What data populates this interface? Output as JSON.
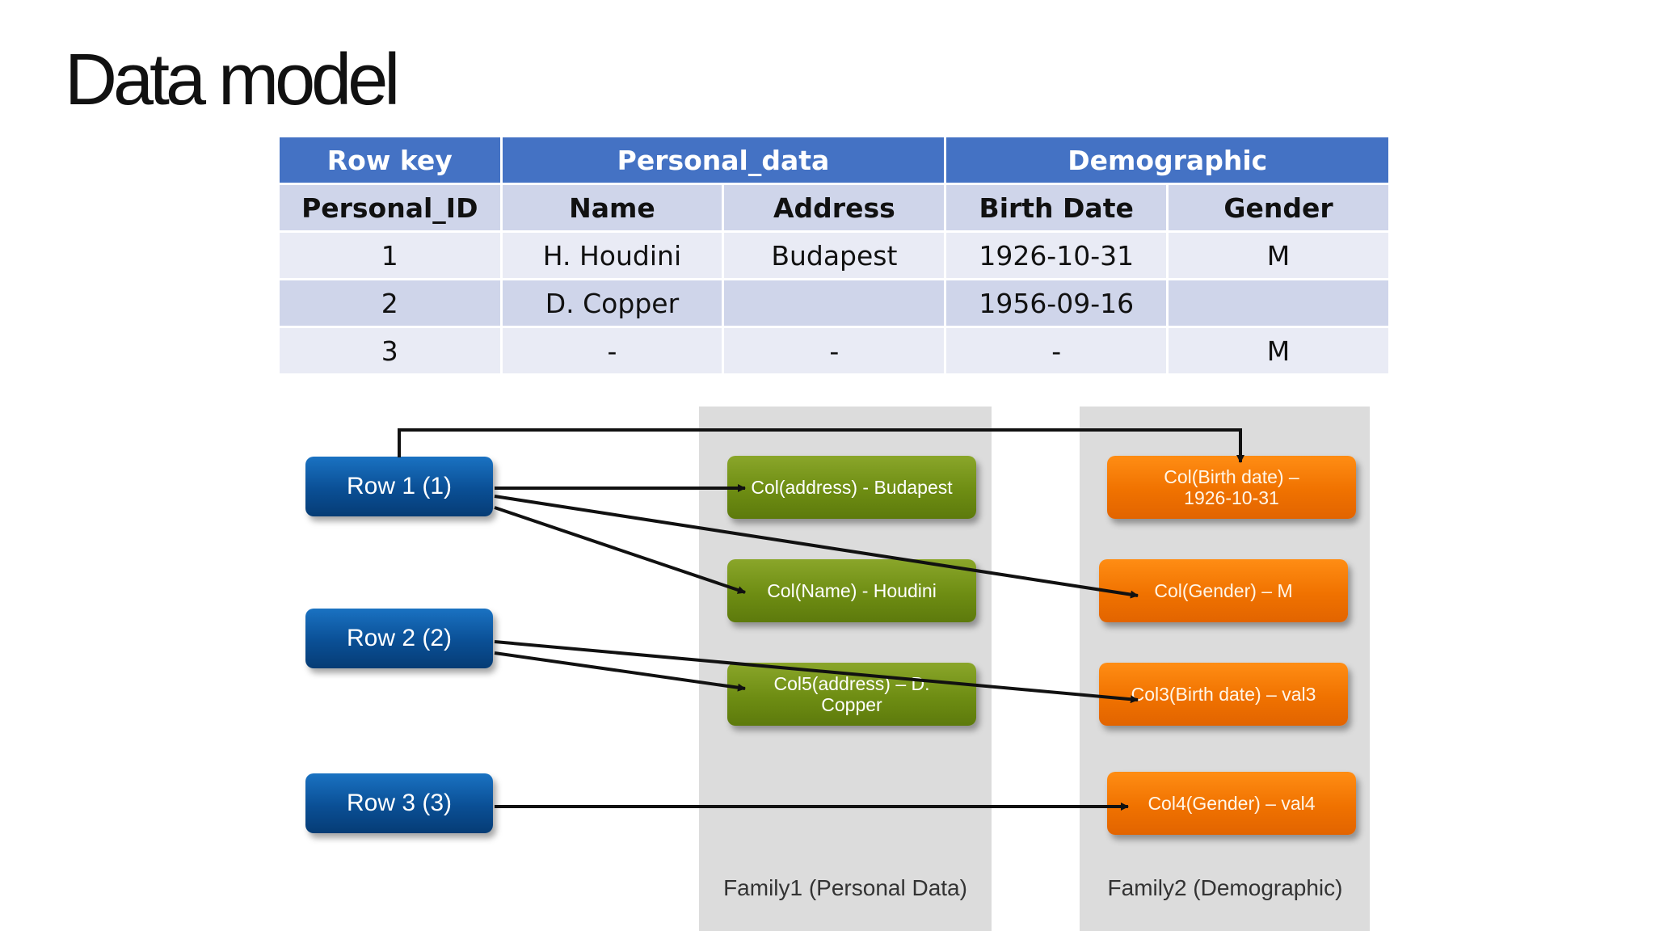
{
  "slide": {
    "title": "Data model"
  },
  "table": {
    "group_headers": [
      "Row key",
      "Personal_data",
      "Demographic"
    ],
    "column_headers": [
      "Personal_ID",
      "Name",
      "Address",
      "Birth Date",
      "Gender"
    ],
    "rows": [
      [
        "1",
        "H. Houdini",
        "Budapest",
        "1926-10-31",
        "M"
      ],
      [
        "2",
        "D. Copper",
        "",
        "1956-09-16",
        ""
      ],
      [
        "3",
        "-",
        "-",
        "-",
        "M"
      ]
    ]
  },
  "diagram": {
    "rows": [
      "Row 1 (1)",
      "Row 2 (2)",
      "Row 3 (3)"
    ],
    "family1": {
      "label": "Family1 (Personal Data)",
      "cells": [
        "Col(address) - Budapest",
        "Col(Name) - Houdini",
        "Col5(address) – D. Copper"
      ]
    },
    "family2": {
      "label": "Family2 (Demographic)",
      "cells": [
        "Col(Birth date) – 1926-10-31",
        "Col(Gender) – M",
        "Col3(Birth date) – val3",
        "Col4(Gender) – val4"
      ]
    },
    "colors": {
      "row": "#0a4f95",
      "family1": "#6e8d13",
      "family2": "#f07200",
      "family_bg": "#dcdcdc",
      "table_header": "#4472c4"
    }
  }
}
